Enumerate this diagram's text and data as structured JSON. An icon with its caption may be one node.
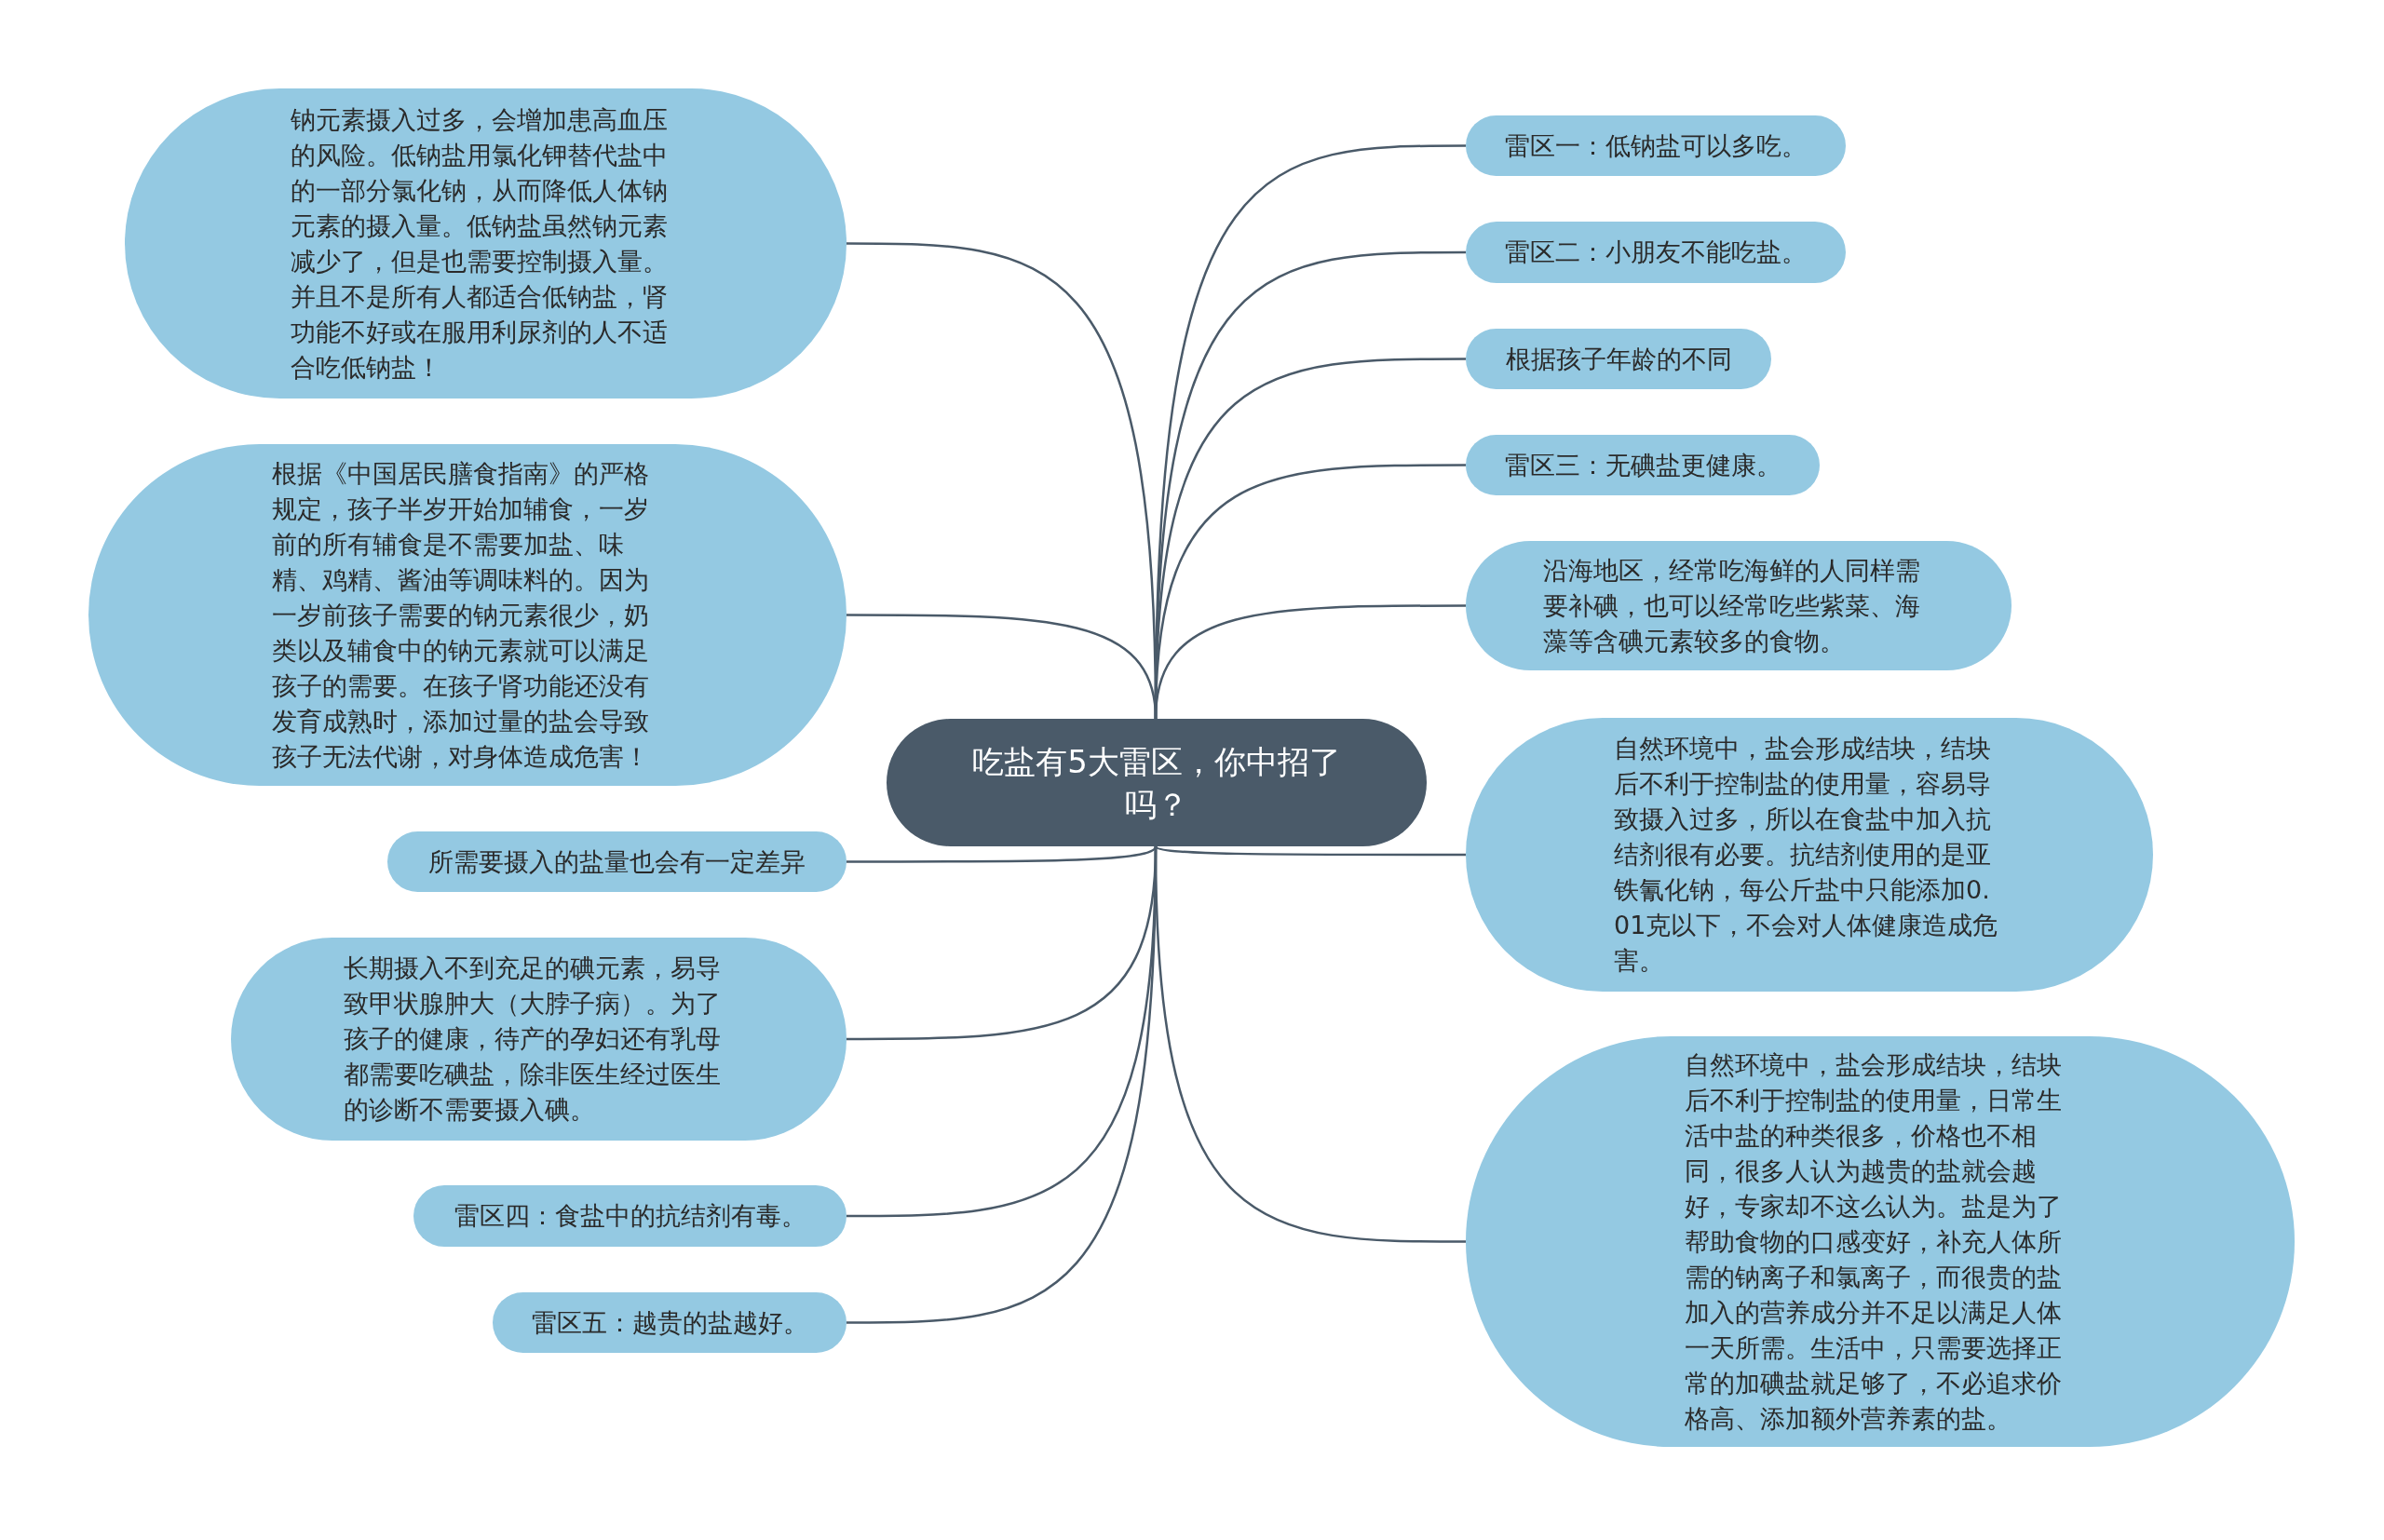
{
  "diagram": {
    "nodes": [
      {
        "text": [
          "吃盐有5大雷区，你中招了吗？"
        ]
      },
      {
        "text": [
          "雷区一：低钠盐可以多吃。"
        ]
      },
      {
        "text": [
          "雷区二：小朋友不能吃盐。"
        ]
      },
      {
        "text": [
          "根据孩子年龄的不同"
        ]
      },
      {
        "text": [
          "雷区三：无碘盐更健康。"
        ]
      },
      {
        "text": [
          "沿海地区，经常吃海鲜的人同样需要补碘，也可以经常吃些紫菜、海藻等含碘元素较多的食物。"
        ]
      },
      {
        "text": [
          "自然环境中，盐会形成结块，结块后不利于控制盐的使用量，容易导致摄入过多，所以在食盐中加入抗结剂很有必要。抗结剂使用的是亚铁氰化钠，每公斤盐中只能添加0.01克以下，不会对人体健康造成危害。"
        ]
      },
      {
        "text": [
          "自然环境中，盐会形成结块，结块后不利于控制盐的使用量，日常生活中盐的种类很多，价格也不相同，很多人认为越贵的盐就会越好，专家却不这么认为。盐是为了帮助食物的口感变好，补充人体所需的钠离子和氯离子，而很贵的盐加入的营养成分并不足以满足人体一天所需。生活中，只需要选择正常的加碘盐就足够了，不必追求价格高、添加额外营养素的盐。"
        ]
      },
      {
        "text": [
          "钠元素摄入过多，会增加患高血压的风险。低钠盐用氯化钾替代盐中的一部分氯化钠，从而降低人体钠元素的摄入量。低钠盐虽然钠元素减少了，但是也需要控制摄入量。并且不是所有人都适合低钠盐，肾功能不好或在服用利尿剂的人不适合吃低钠盐！"
        ]
      },
      {
        "text": [
          "根据《中国居民膳食指南》的严格规定，孩子半岁开始加辅食，一岁前的所有辅食是不需要加盐、味精、鸡精、酱油等调味料的。因为一岁前孩子需要的钠元素很少，奶类以及辅食中的钠元素就可以满足孩子的需要。在孩子肾功能还没有发育成熟时，添加过量的盐会导致孩子无法代谢，对身体造成危害！"
        ]
      },
      {
        "text": [
          "所需要摄入的盐量也会有一定差异"
        ]
      },
      {
        "text": [
          "长期摄入不到充足的碘元素，易导致甲状腺肿大（大脖子病）。为了孩子的健康，待产的孕妇还有乳母都需要吃碘盐，除非医生经过医生的诊断不需要摄入碘。"
        ]
      },
      {
        "text": [
          "雷区四：食盐中的抗结剂有毒。"
        ]
      },
      {
        "text": [
          "雷区五：越贵的盐越好。"
        ]
      }
    ],
    "edges": [
      {
        "from": 0,
        "to": 1,
        "arrow": "none"
      },
      {
        "from": 0,
        "to": 2,
        "arrow": "none"
      },
      {
        "from": 0,
        "to": 3,
        "arrow": "none"
      },
      {
        "from": 0,
        "to": 4,
        "arrow": "none"
      },
      {
        "from": 0,
        "to": 5,
        "arrow": "none"
      },
      {
        "from": 0,
        "to": 6,
        "arrow": "none"
      },
      {
        "from": 0,
        "to": 7,
        "arrow": "none"
      },
      {
        "from": 0,
        "to": 8,
        "arrow": "none"
      },
      {
        "from": 0,
        "to": 9,
        "arrow": "none"
      },
      {
        "from": 0,
        "to": 10,
        "arrow": "none"
      },
      {
        "from": 0,
        "to": 11,
        "arrow": "none"
      },
      {
        "from": 0,
        "to": 12,
        "arrow": "none"
      },
      {
        "from": 0,
        "to": 13,
        "arrow": "none"
      }
    ]
  }
}
